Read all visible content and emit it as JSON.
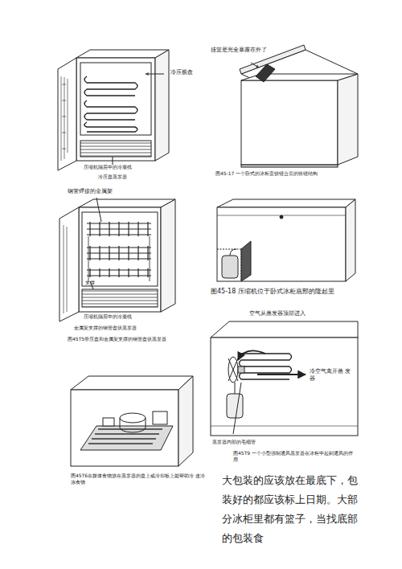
{
  "diagram": {
    "labels": [
      "冷压极盘",
      "压缩机隔层中的冷凝线",
      "冷压盘蒸发器",
      "挂篮是完全暴露在外了",
      "图45-17 一个卧式的冰柜盖铰链合页的铁链结构",
      "钢管焊接的金属架",
      "支撑",
      "压缩机隔层中的冷凝线",
      "金属架支撑的钢管盘状蒸发器",
      "图45T5带压盘和金属架支撑的钢管盘状蒸发器",
      "图45-18 压缩机位于卧式冰柜底部的隆起里",
      "图45T6在媒体食物放在蒸发器的盘上或冷却板上能帮助冷 速冷冻食物",
      "空气从蒸发器顶部进入",
      "冷空气离开蒸 发器",
      "蒸发器内部的毛细管",
      "图45T9 一个小型强制通风蒸发器在冰柜中起到通风的作用",
      "大包装的应该放在最底下，包装好的都应该标上日期。大部分冰柜里都有篮子，当找底部的包装食"
    ]
  }
}
